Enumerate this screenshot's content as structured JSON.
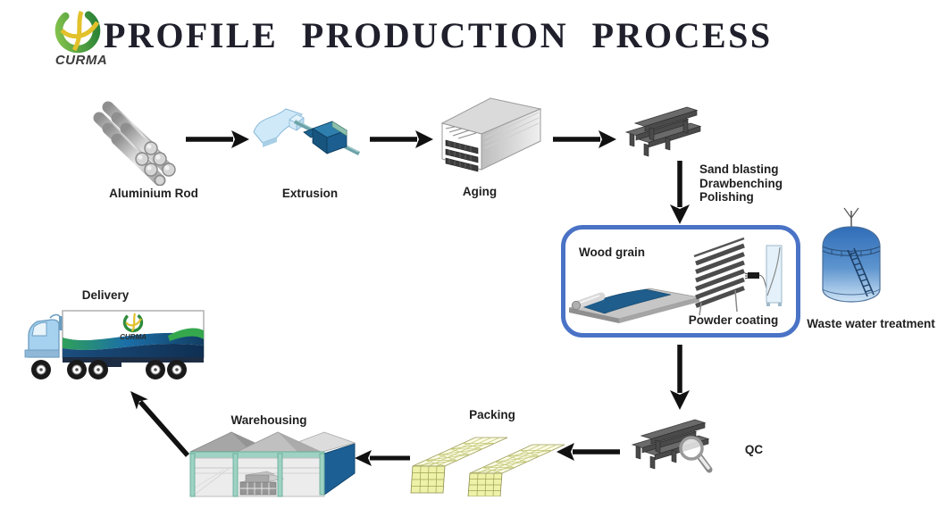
{
  "header": {
    "brand": "CURMA",
    "title": "PROFILE PRODUCTION PROCESS"
  },
  "nodes": {
    "aluminium_rod": {
      "label": "Aluminium Rod"
    },
    "extrusion": {
      "label": "Extrusion"
    },
    "aging": {
      "label": "Aging"
    },
    "surface_treatment": {
      "line1": "Sand blasting",
      "line2": "Drawbenching",
      "line3": "Polishing"
    },
    "wood_grain": {
      "label": "Wood grain"
    },
    "powder_coating": {
      "label": "Powder coating"
    },
    "waste_water": {
      "label": "Waste water treatment"
    },
    "qc": {
      "label": "QC"
    },
    "packing": {
      "label": "Packing"
    },
    "warehousing": {
      "label": "Warehousing"
    },
    "delivery": {
      "label": "Delivery"
    }
  },
  "truck": {
    "brand": "CURMA"
  },
  "flow": [
    {
      "from": "Aluminium Rod",
      "to": "Extrusion"
    },
    {
      "from": "Extrusion",
      "to": "Aging"
    },
    {
      "from": "Aging",
      "to": "Sand blasting / Drawbenching / Polishing"
    },
    {
      "from": "Sand blasting / Drawbenching / Polishing",
      "to": "Wood grain / Powder coating"
    },
    {
      "from": "Wood grain / Powder coating",
      "to": "QC"
    },
    {
      "from": "QC",
      "to": "Packing"
    },
    {
      "from": "Packing",
      "to": "Warehousing"
    },
    {
      "from": "Warehousing",
      "to": "Delivery"
    }
  ],
  "colors": {
    "title": "#20202c",
    "arrow": "#111111",
    "highlight_box_border": "#4a73c6",
    "logo_green": "#2e8b3d",
    "logo_yellow": "#e2c12b",
    "tank_blue": "#2f6db8",
    "warehouse_wall_blue": "#1c5f95",
    "warehouse_teal": "#9ed2c2",
    "profile_gray": "#5a5a5a",
    "sheet_blue": "#1e5d8c"
  }
}
